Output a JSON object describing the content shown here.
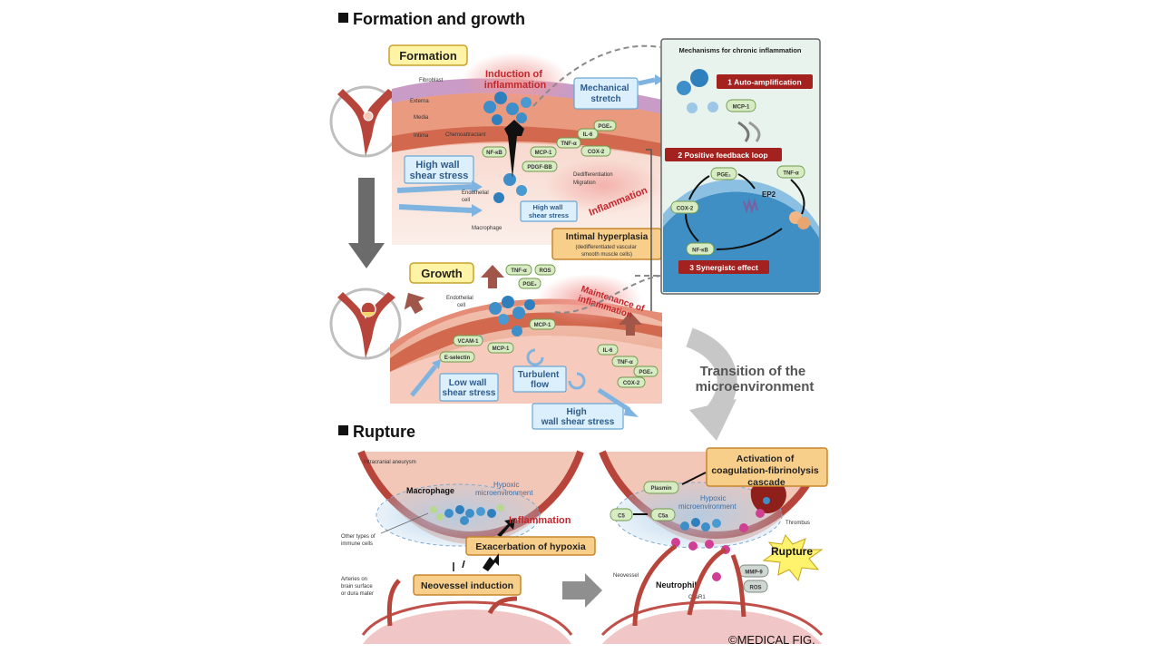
{
  "sections": {
    "formation_growth_title": "Formation and growth",
    "rupture_title": "Rupture"
  },
  "formation": {
    "label": "Formation",
    "induction": "Induction of inflammation",
    "mechanical_stretch": "Mechanical stretch",
    "high_wall_shear_stress": "High wall shear stress",
    "high_wall_shear_stress_small": "High wall shear stress",
    "inflammation": "Inflammation",
    "layers": [
      "Fibroblast",
      "Externa",
      "Media",
      "Intima"
    ],
    "chemoattractant": "Chemoattractant",
    "endothelial_cell": "Endothelial cell",
    "macrophage": "Macrophage",
    "dedifferentiation": "Dedifferentiation",
    "migration": "Migration",
    "molecules": [
      "NF-κB",
      "MCP-1",
      "PDGF-BB",
      "TNF-α",
      "IL-6",
      "PGE₂",
      "COX-2"
    ],
    "intimal_hyperplasia_title": "Intimal hyperplasia",
    "intimal_hyperplasia_sub": "(dedifferentiated vascular smooth muscle cells)"
  },
  "mechanisms": {
    "title": "Mechanisms for chronic inflammation",
    "step1": "1 Auto-amplification",
    "step2": "2 Positive feedback loop",
    "step3": "3 Synergistc effect",
    "mcp1": "MCP-1",
    "pge2": "PGE₂",
    "ep2": "EP2",
    "tnfa": "TNF-α",
    "cox2": "COX-2",
    "nfkb": "NF-κB"
  },
  "growth": {
    "label": "Growth",
    "maintenance": "Maintenance of inflammation",
    "endothelial_cell": "Endothelial cell",
    "low_wall_shear_stress": "Low wall shear stress",
    "turbulent_flow": "Turbulent flow",
    "high_wall_shear_stress": "High wall shear stress",
    "molecules_top": [
      "TNF-α",
      "ROS",
      "PGE₂",
      "MCP-1"
    ],
    "molecules_left": [
      "VCAM-1",
      "MCP-1",
      "E-selectin"
    ],
    "molecules_right": [
      "IL-6",
      "TNF-α",
      "PGE₂",
      "COX-2"
    ]
  },
  "transition": "Transition of the microenvironment",
  "rupture": {
    "intracranial_aneurysm": "Intracranial aneurysm",
    "macrophage": "Macrophage",
    "hypoxic": "Hypoxic microenvironment",
    "inflammation": "Inflammation",
    "other_cells": "Other types of immune cells",
    "exacerbation": "Exacerbation of hypoxia",
    "neovessel_induction": "Neovessel induction",
    "arteries": "Arteries on brain surface or dura mater",
    "activation": "Activation of coagulation-fibrinolysis cascade",
    "plasmin": "Plasmin",
    "hypoxic2": "Hypoxic microenvironment",
    "thrombus": "Thrombus",
    "c5": "C5",
    "c5a": "C5a",
    "rupture_label": "Rupture",
    "neovessel": "Neovessel",
    "neutrophil": "Neutrophil",
    "c5ar1": "C5aR1",
    "mmp9": "MMP-9",
    "ros": "ROS"
  },
  "copyright": "©MEDICAL FIG.",
  "colors": {
    "tissue": "#e9a88f",
    "tissue_dark": "#c5745d",
    "vessel": "#b8453b",
    "panel_bg": "#e7f3ec",
    "accent_red": "#a3211f",
    "blue_flow": "#7fb4e0"
  }
}
